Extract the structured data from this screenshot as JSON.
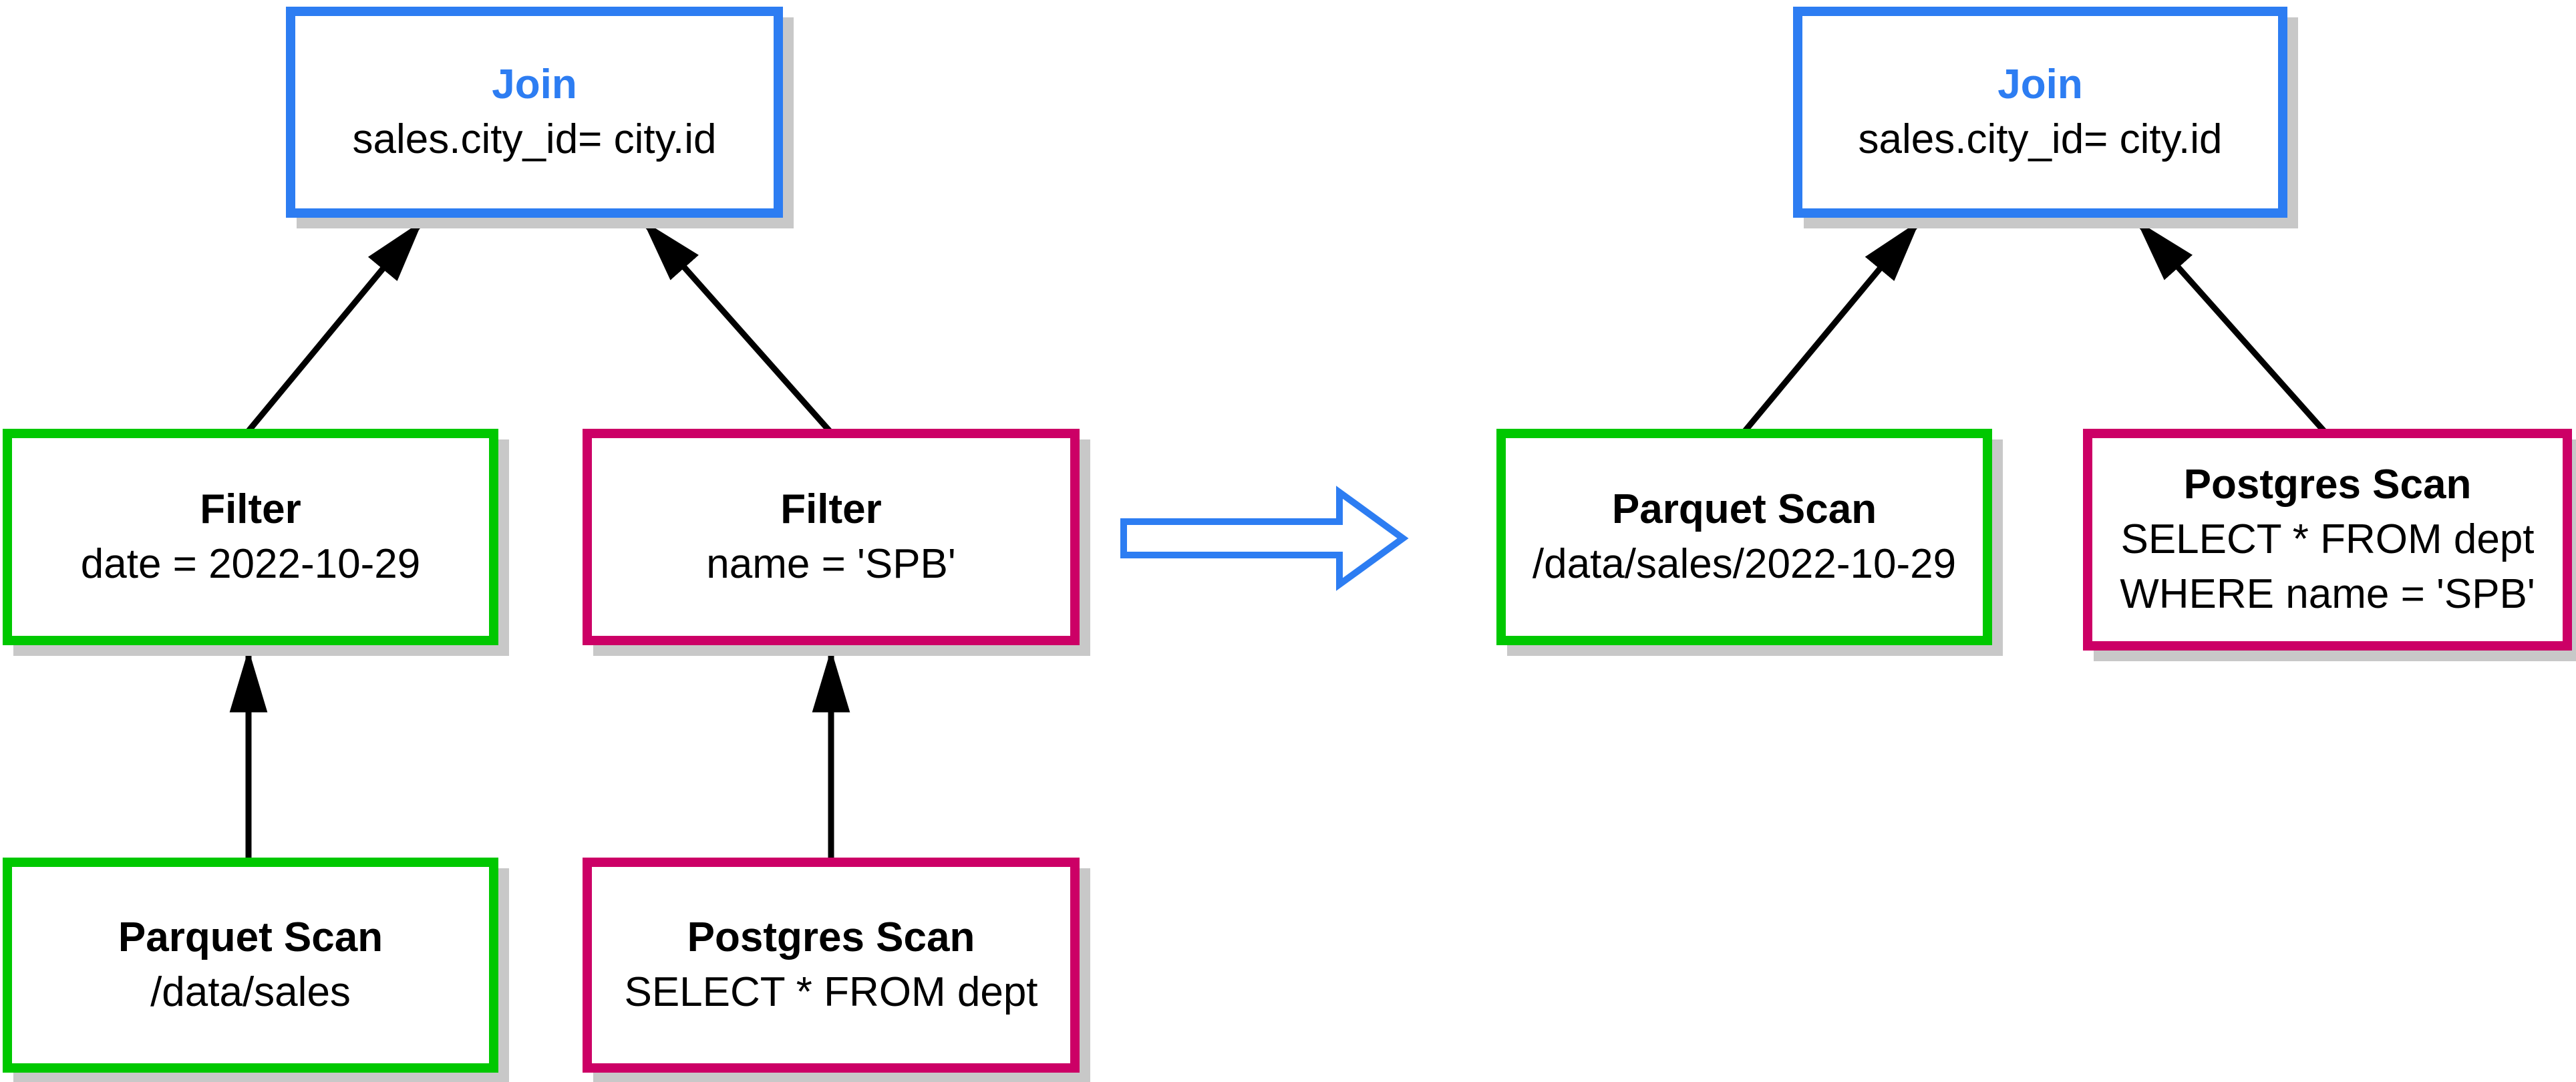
{
  "colors": {
    "accent-blue": "#2D7DF2",
    "green": "#00C800",
    "magenta": "#CC0066",
    "shadow": "#C8C8C8",
    "arrow": "#000000",
    "text": "#000000"
  },
  "left": {
    "join": {
      "title": "Join",
      "subtitle": "sales.city_id= city.id"
    },
    "filter_date": {
      "title": "Filter",
      "subtitle": "date = 2022-10-29"
    },
    "filter_name": {
      "title": "Filter",
      "subtitle": "name = 'SPB'"
    },
    "parquet": {
      "title": "Parquet Scan",
      "subtitle": "/data/sales"
    },
    "postgres": {
      "title": "Postgres Scan",
      "subtitle": "SELECT * FROM dept"
    }
  },
  "right": {
    "join": {
      "title": "Join",
      "subtitle": "sales.city_id= city.id"
    },
    "parquet": {
      "title": "Parquet Scan",
      "subtitle": "/data/sales/2022-10-29"
    },
    "postgres": {
      "title": "Postgres Scan",
      "line1": "SELECT * FROM dept",
      "line2": "WHERE name = 'SPB'"
    }
  }
}
